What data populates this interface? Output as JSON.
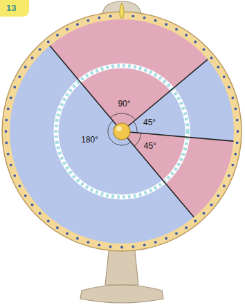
{
  "diagram": {
    "labels": [
      "13",
      "90°",
      "45°",
      "180°",
      "45°"
    ]
  }
}
